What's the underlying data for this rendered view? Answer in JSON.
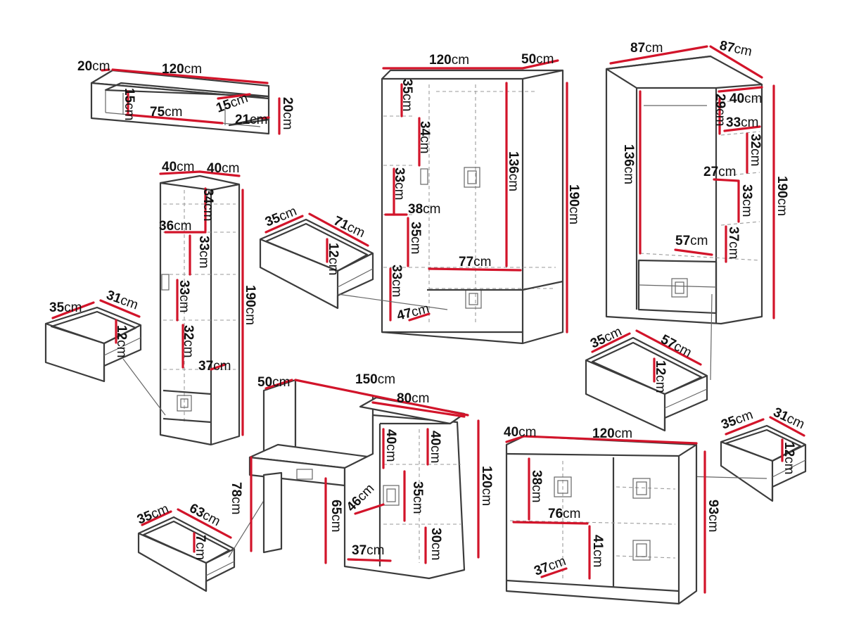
{
  "labels": {
    "shelf": {
      "depth": {
        "num": "20",
        "unit": "cm"
      },
      "width": {
        "num": "120",
        "unit": "cm"
      },
      "left_h": {
        "num": "15",
        "unit": "cm"
      },
      "inner_w": {
        "num": "75",
        "unit": "cm"
      },
      "right_h": {
        "num": "15",
        "unit": "cm"
      },
      "right_w": {
        "num": "21",
        "unit": "cm"
      },
      "height": {
        "num": "20",
        "unit": "cm"
      }
    },
    "wardrobe": {
      "width": {
        "num": "120",
        "unit": "cm"
      },
      "depth": {
        "num": "50",
        "unit": "cm"
      },
      "s1": {
        "num": "35",
        "unit": "cm"
      },
      "s2": {
        "num": "34",
        "unit": "cm"
      },
      "s3": {
        "num": "33",
        "unit": "cm"
      },
      "s4": {
        "num": "38",
        "unit": "cm"
      },
      "s5": {
        "num": "35",
        "unit": "cm"
      },
      "s6": {
        "num": "33",
        "unit": "cm"
      },
      "hang_h": {
        "num": "136",
        "unit": "cm"
      },
      "inner_w": {
        "num": "77",
        "unit": "cm"
      },
      "shelf_d": {
        "num": "47",
        "unit": "cm"
      },
      "height": {
        "num": "190",
        "unit": "cm"
      }
    },
    "corner": {
      "w1": {
        "num": "87",
        "unit": "cm"
      },
      "w2": {
        "num": "87",
        "unit": "cm"
      },
      "shelf_w": {
        "num": "40",
        "unit": "cm"
      },
      "s1": {
        "num": "29",
        "unit": "cm"
      },
      "s2": {
        "num": "33",
        "unit": "cm"
      },
      "s3": {
        "num": "32",
        "unit": "cm"
      },
      "hang_h": {
        "num": "136",
        "unit": "cm"
      },
      "s4": {
        "num": "27",
        "unit": "cm"
      },
      "s5": {
        "num": "33",
        "unit": "cm"
      },
      "s6": {
        "num": "37",
        "unit": "cm"
      },
      "inner_w": {
        "num": "57",
        "unit": "cm"
      },
      "height": {
        "num": "190",
        "unit": "cm"
      }
    },
    "tall": {
      "w1": {
        "num": "40",
        "unit": "cm"
      },
      "w2": {
        "num": "40",
        "unit": "cm"
      },
      "s1": {
        "num": "34",
        "unit": "cm"
      },
      "inner_w": {
        "num": "36",
        "unit": "cm"
      },
      "s2": {
        "num": "33",
        "unit": "cm"
      },
      "s3": {
        "num": "33",
        "unit": "cm"
      },
      "s4": {
        "num": "32",
        "unit": "cm"
      },
      "depth": {
        "num": "37",
        "unit": "cm"
      },
      "height": {
        "num": "190",
        "unit": "cm"
      }
    },
    "drawer_tall": {
      "w": {
        "num": "35",
        "unit": "cm"
      },
      "d": {
        "num": "31",
        "unit": "cm"
      },
      "h": {
        "num": "12",
        "unit": "cm"
      }
    },
    "drawer_wardrobe": {
      "w": {
        "num": "35",
        "unit": "cm"
      },
      "d": {
        "num": "71",
        "unit": "cm"
      },
      "h": {
        "num": "12",
        "unit": "cm"
      }
    },
    "drawer_corner": {
      "w": {
        "num": "35",
        "unit": "cm"
      },
      "d": {
        "num": "57",
        "unit": "cm"
      },
      "h": {
        "num": "12",
        "unit": "cm"
      }
    },
    "drawer_chest": {
      "w": {
        "num": "35",
        "unit": "cm"
      },
      "d": {
        "num": "31",
        "unit": "cm"
      },
      "h": {
        "num": "12",
        "unit": "cm"
      }
    },
    "drawer_desk": {
      "w": {
        "num": "35",
        "unit": "cm"
      },
      "d": {
        "num": "63",
        "unit": "cm"
      },
      "h": {
        "num": "7",
        "unit": "cm"
      }
    },
    "desk": {
      "depth": {
        "num": "50",
        "unit": "cm"
      },
      "width": {
        "num": "150",
        "unit": "cm"
      },
      "top_w": {
        "num": "80",
        "unit": "cm"
      },
      "s1": {
        "num": "40",
        "unit": "cm"
      },
      "s2": {
        "num": "40",
        "unit": "cm"
      },
      "s3": {
        "num": "35",
        "unit": "cm"
      },
      "s4": {
        "num": "46",
        "unit": "cm"
      },
      "s5": {
        "num": "30",
        "unit": "cm"
      },
      "desk_h": {
        "num": "78",
        "unit": "cm"
      },
      "knee_h": {
        "num": "65",
        "unit": "cm"
      },
      "height": {
        "num": "120",
        "unit": "cm"
      },
      "inner_d": {
        "num": "37",
        "unit": "cm"
      }
    },
    "chest": {
      "depth": {
        "num": "40",
        "unit": "cm"
      },
      "width": {
        "num": "120",
        "unit": "cm"
      },
      "s1": {
        "num": "38",
        "unit": "cm"
      },
      "inner_w": {
        "num": "76",
        "unit": "cm"
      },
      "s2": {
        "num": "41",
        "unit": "cm"
      },
      "inner_d": {
        "num": "37",
        "unit": "cm"
      },
      "height": {
        "num": "93",
        "unit": "cm"
      }
    }
  },
  "colors": {
    "dimension_line": "#d2142a",
    "outline": "#3c3c3c",
    "label": "#111111"
  }
}
